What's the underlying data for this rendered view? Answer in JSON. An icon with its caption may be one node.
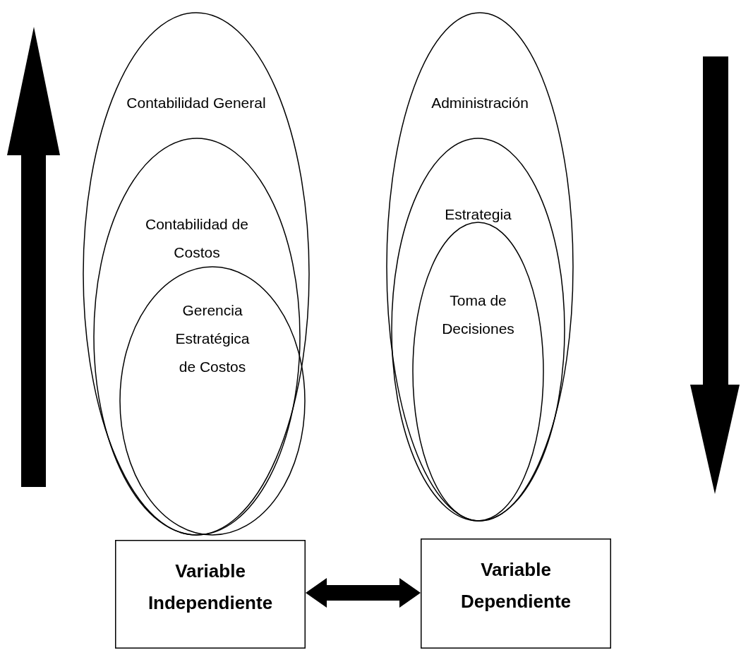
{
  "diagram": {
    "nodes": [
      {
        "text": [
          "Contabilidad General"
        ]
      },
      {
        "text": [
          "Contabilidad de Costos"
        ],
        "in": 0
      },
      {
        "text": [
          "Gerencia Estratégica de Costos"
        ],
        "in": 1
      },
      {
        "text": [
          "Administración"
        ]
      },
      {
        "text": [
          "Estrategia"
        ],
        "in": 3
      },
      {
        "text": [
          "Toma de Decisiones"
        ],
        "in": 4
      },
      {
        "text": [
          "Variable Independiente"
        ]
      },
      {
        "text": [
          "Variable Dependiente"
        ]
      }
    ],
    "edges": [
      {
        "from": 6,
        "to": 7,
        "arrow": "both",
        "style": "thick"
      }
    ]
  }
}
